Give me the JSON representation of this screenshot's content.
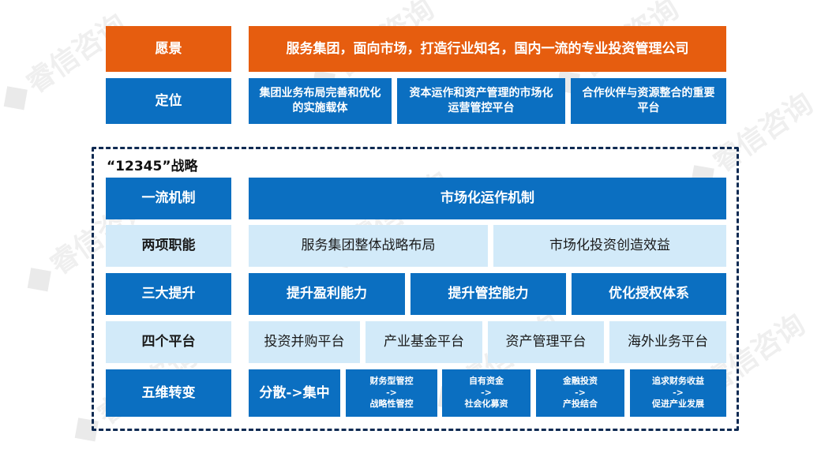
{
  "watermark": "睿信咨询",
  "vision": {
    "label": "愿景",
    "text": "服务集团，面向市场，打造行业知名，国内一流的专业投资管理公司"
  },
  "positioning": {
    "label": "定位",
    "items": [
      "集团业务布局完善和优化的实施载体",
      "资本运作和资产管理的市场化运营管控平台",
      "合作伙伴与资源整合的重要平台"
    ]
  },
  "strategy": {
    "title": "“12345”战略",
    "rows": [
      {
        "label": "一流机制",
        "items": [
          "市场化运作机制"
        ]
      },
      {
        "label": "两项职能",
        "items": [
          "服务集团整体战略布局",
          "市场化投资创造效益"
        ]
      },
      {
        "label": "三大提升",
        "items": [
          "提升盈利能力",
          "提升管控能力",
          "优化授权体系"
        ]
      },
      {
        "label": "四个平台",
        "items": [
          "投资并购平台",
          "产业基金平台",
          "资产管理平台",
          "海外业务平台"
        ]
      },
      {
        "label": "五维转变",
        "first": "分散->集中",
        "items": [
          {
            "from": "财务型管控",
            "arrow": "->",
            "to": "战略性管控"
          },
          {
            "from": "自有资金",
            "arrow": "->",
            "to": "社会化募资"
          },
          {
            "from": "金融投资",
            "arrow": "->",
            "to": "产投结合"
          },
          {
            "from": "追求财务收益",
            "arrow": "->",
            "to": "促进产业发展"
          }
        ]
      }
    ]
  },
  "colors": {
    "orange": "#e65d0f",
    "blue": "#0b6fc1",
    "light": "#d2eaf9",
    "frame": "#0e2a52"
  }
}
